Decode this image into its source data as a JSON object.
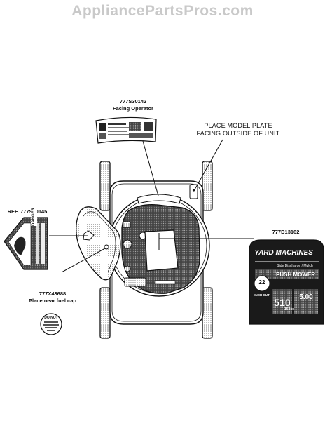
{
  "watermark": "AppliancePartsPros.com",
  "callouts": {
    "operator_label": {
      "part": "777S30142",
      "note": "Facing Operator"
    },
    "model_plate": {
      "line1": "PLACE MODEL PLATE",
      "line2": "FACING OUTSIDE OF UNIT"
    },
    "danger_label": {
      "part": "REF. 777S30145",
      "word": "DANGER"
    },
    "fuel_cap_label": {
      "part": "777X43688",
      "note": "Place near fuel cap",
      "decal_text": "DO NOT"
    },
    "brand_decal": {
      "part": "777D13162",
      "brand": "YARD MACHINES",
      "subtitle": "Side Discharge / Mulch",
      "product": "PUSH MOWER",
      "deck": "22",
      "deck_unit": "INCH CUT",
      "engine_cc": "510",
      "cc_label": "158cc",
      "torque": "5.00"
    }
  },
  "colors": {
    "line": "#111111",
    "stipple": "#8a8a8a",
    "decal_dark": "#1a1a1a"
  }
}
